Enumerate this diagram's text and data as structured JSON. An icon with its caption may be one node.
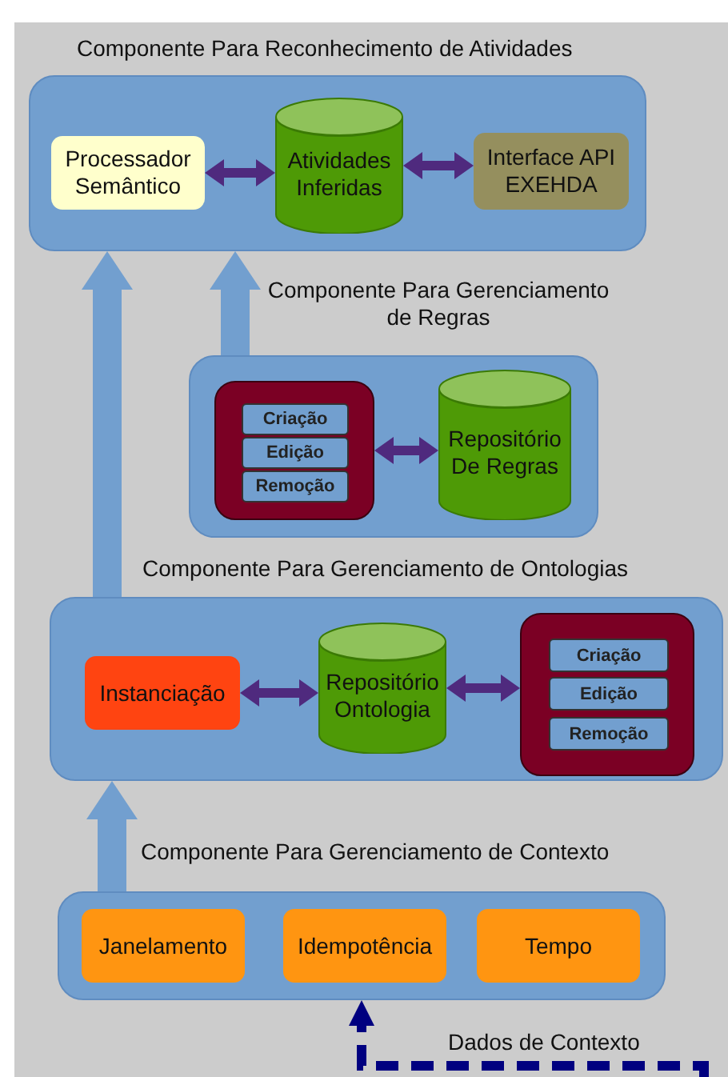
{
  "diagram": {
    "nodes": [
      {
        "text": [
          "Componente Para Reconhecimento de Atividades"
        ]
      },
      {
        "text": [
          "Processador Semântico"
        ],
        "in": 0
      },
      {
        "text": [
          "Atividades Inferidas"
        ],
        "in": 0
      },
      {
        "text": [
          "Interface API EXEHDA"
        ],
        "in": 0
      },
      {
        "text": [
          "Componente Para Gerenciamento de Regras"
        ]
      },
      {
        "text": [],
        "shape": "box",
        "in": 4
      },
      {
        "text": [
          "Criação"
        ],
        "in": 5
      },
      {
        "text": [
          "Edição"
        ],
        "in": 5
      },
      {
        "text": [
          "Remoção"
        ],
        "in": 5
      },
      {
        "text": [
          "Repositório De Regras"
        ],
        "in": 4
      },
      {
        "text": [
          "Componente Para Gerenciamento de Ontologias"
        ]
      },
      {
        "text": [
          "Instanciação"
        ],
        "in": 10
      },
      {
        "text": [
          "Repositório Ontologia"
        ],
        "in": 10
      },
      {
        "text": [],
        "shape": "box",
        "in": 10
      },
      {
        "text": [
          "Criação"
        ],
        "in": 13
      },
      {
        "text": [
          "Edição"
        ],
        "in": 13
      },
      {
        "text": [
          "Remoção"
        ],
        "in": 13
      },
      {
        "text": [
          "Componente Para Gerenciamento de Contexto"
        ]
      },
      {
        "text": [
          "Janelamento"
        ],
        "in": 17
      },
      {
        "text": [
          "Idempotência"
        ],
        "in": 17
      },
      {
        "text": [
          "Tempo"
        ],
        "in": 17
      }
    ],
    "edges": [
      {
        "from": 1,
        "to": 2,
        "arrow": "both"
      },
      {
        "from": 2,
        "to": 3,
        "arrow": "both"
      },
      {
        "from": 4,
        "to": 0,
        "arrow": "to",
        "style": "thick",
        "color": "#729fcf"
      },
      {
        "from": 5,
        "to": 9,
        "arrow": "both"
      },
      {
        "from": 10,
        "to": 0,
        "arrow": "to",
        "style": "thick",
        "color": "#729fcf"
      },
      {
        "from": 11,
        "to": 12,
        "arrow": "both"
      },
      {
        "from": 12,
        "to": 13,
        "arrow": "both"
      },
      {
        "from": 17,
        "to": 10,
        "arrow": "to",
        "style": "thick",
        "color": "#729fcf"
      },
      {
        "from": null,
        "to": 17,
        "arrow": "to",
        "style": "dashed",
        "color": "#000080",
        "label": "Dados de Contexto"
      }
    ]
  }
}
